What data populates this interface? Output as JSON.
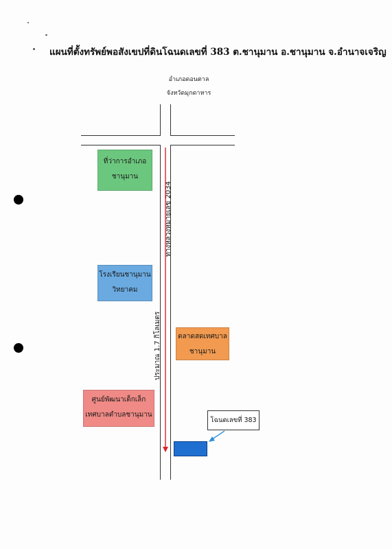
{
  "title": "แผนที่ตั้งทรัพย์พอสังเขปที่ดินโฉนดเลขที่ 383 ต.ชานุมาน อ.ชานุมาน จ.อำนาจเจริญ",
  "direction": {
    "line1": "อำเภอดอนตาล",
    "line2": "จังหวัดมุกดาหาร"
  },
  "road_label": "ทางหลวงหมายเลข 2034",
  "distance_label": "ประมาณ 1.7 กิโลเมตร",
  "landmarks": {
    "district_office": {
      "line1": "ที่ว่าการอำเภอ",
      "line2": "ชานุมาน",
      "color": "#6cc77e"
    },
    "school": {
      "line1": "โรงเรียนชานุมาน",
      "line2": "วิทยาคม",
      "color": "#6aaae0"
    },
    "market": {
      "line1": "ตลาดสดเทศบาล",
      "line2": "ชานุมาน",
      "color": "#f19a50"
    },
    "childcare": {
      "line1": "ศูนย์พัฒนาเด็กเล็ก",
      "line2": "เทศบาลตำบลชานุมาน",
      "color": "#ef8a86"
    }
  },
  "parcel": {
    "label": "โฉนดเลขที่ 383",
    "color": "#1f6fd0"
  },
  "colors": {
    "route_arrow": "#d9262e",
    "callout_arrow": "#2f8fd8",
    "road": "#333333"
  }
}
